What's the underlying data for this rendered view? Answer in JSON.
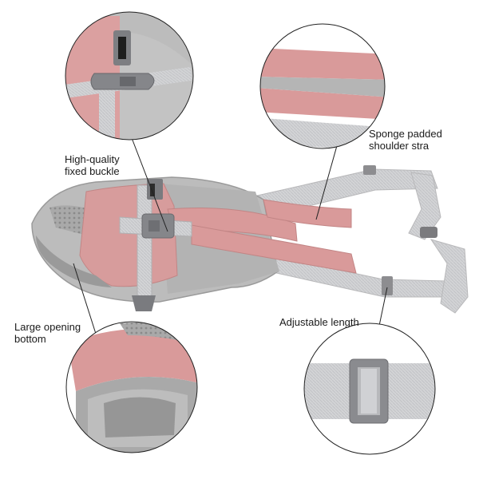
{
  "callouts": {
    "buckle": {
      "line1": "High-quality",
      "line2": "fixed buckle"
    },
    "shoulder": {
      "line1": "Sponge padded",
      "line2": "shoulder stra"
    },
    "bottom": {
      "line1": "Large opening",
      "line2": "bottom"
    },
    "length": {
      "line1": "Adjustable length"
    }
  },
  "colors": {
    "pink": "#d99a9a",
    "pink_dark": "#c98383",
    "gray_fabric": "#b9b9b9",
    "gray_dark": "#8c8c8c",
    "strap": "#cfd0d2",
    "outline": "#222222"
  }
}
